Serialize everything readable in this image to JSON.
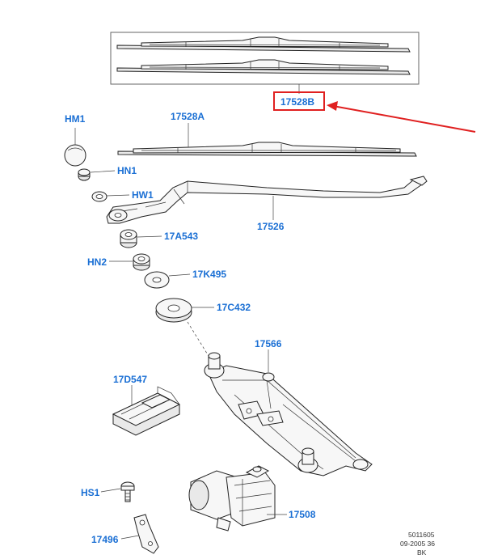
{
  "parts": {
    "hm1": "HM1",
    "hn1": "HN1",
    "hw1": "HW1",
    "blade_set": "17528B",
    "blade": "17528A",
    "arm": "17526",
    "bushing_17a543": "17A543",
    "hn2": "HN2",
    "washer_17k495": "17K495",
    "seal_17c432": "17C432",
    "linkage": "17566",
    "module_17d547": "17D547",
    "hs1": "HS1",
    "motor": "17508",
    "bracket": "17496"
  },
  "footer": {
    "line1": "5011605",
    "line2": "09-2005 36",
    "line3": "BK"
  },
  "colors": {
    "label": "#1a6fd4",
    "highlight": "#e02020",
    "line": "#222222"
  }
}
